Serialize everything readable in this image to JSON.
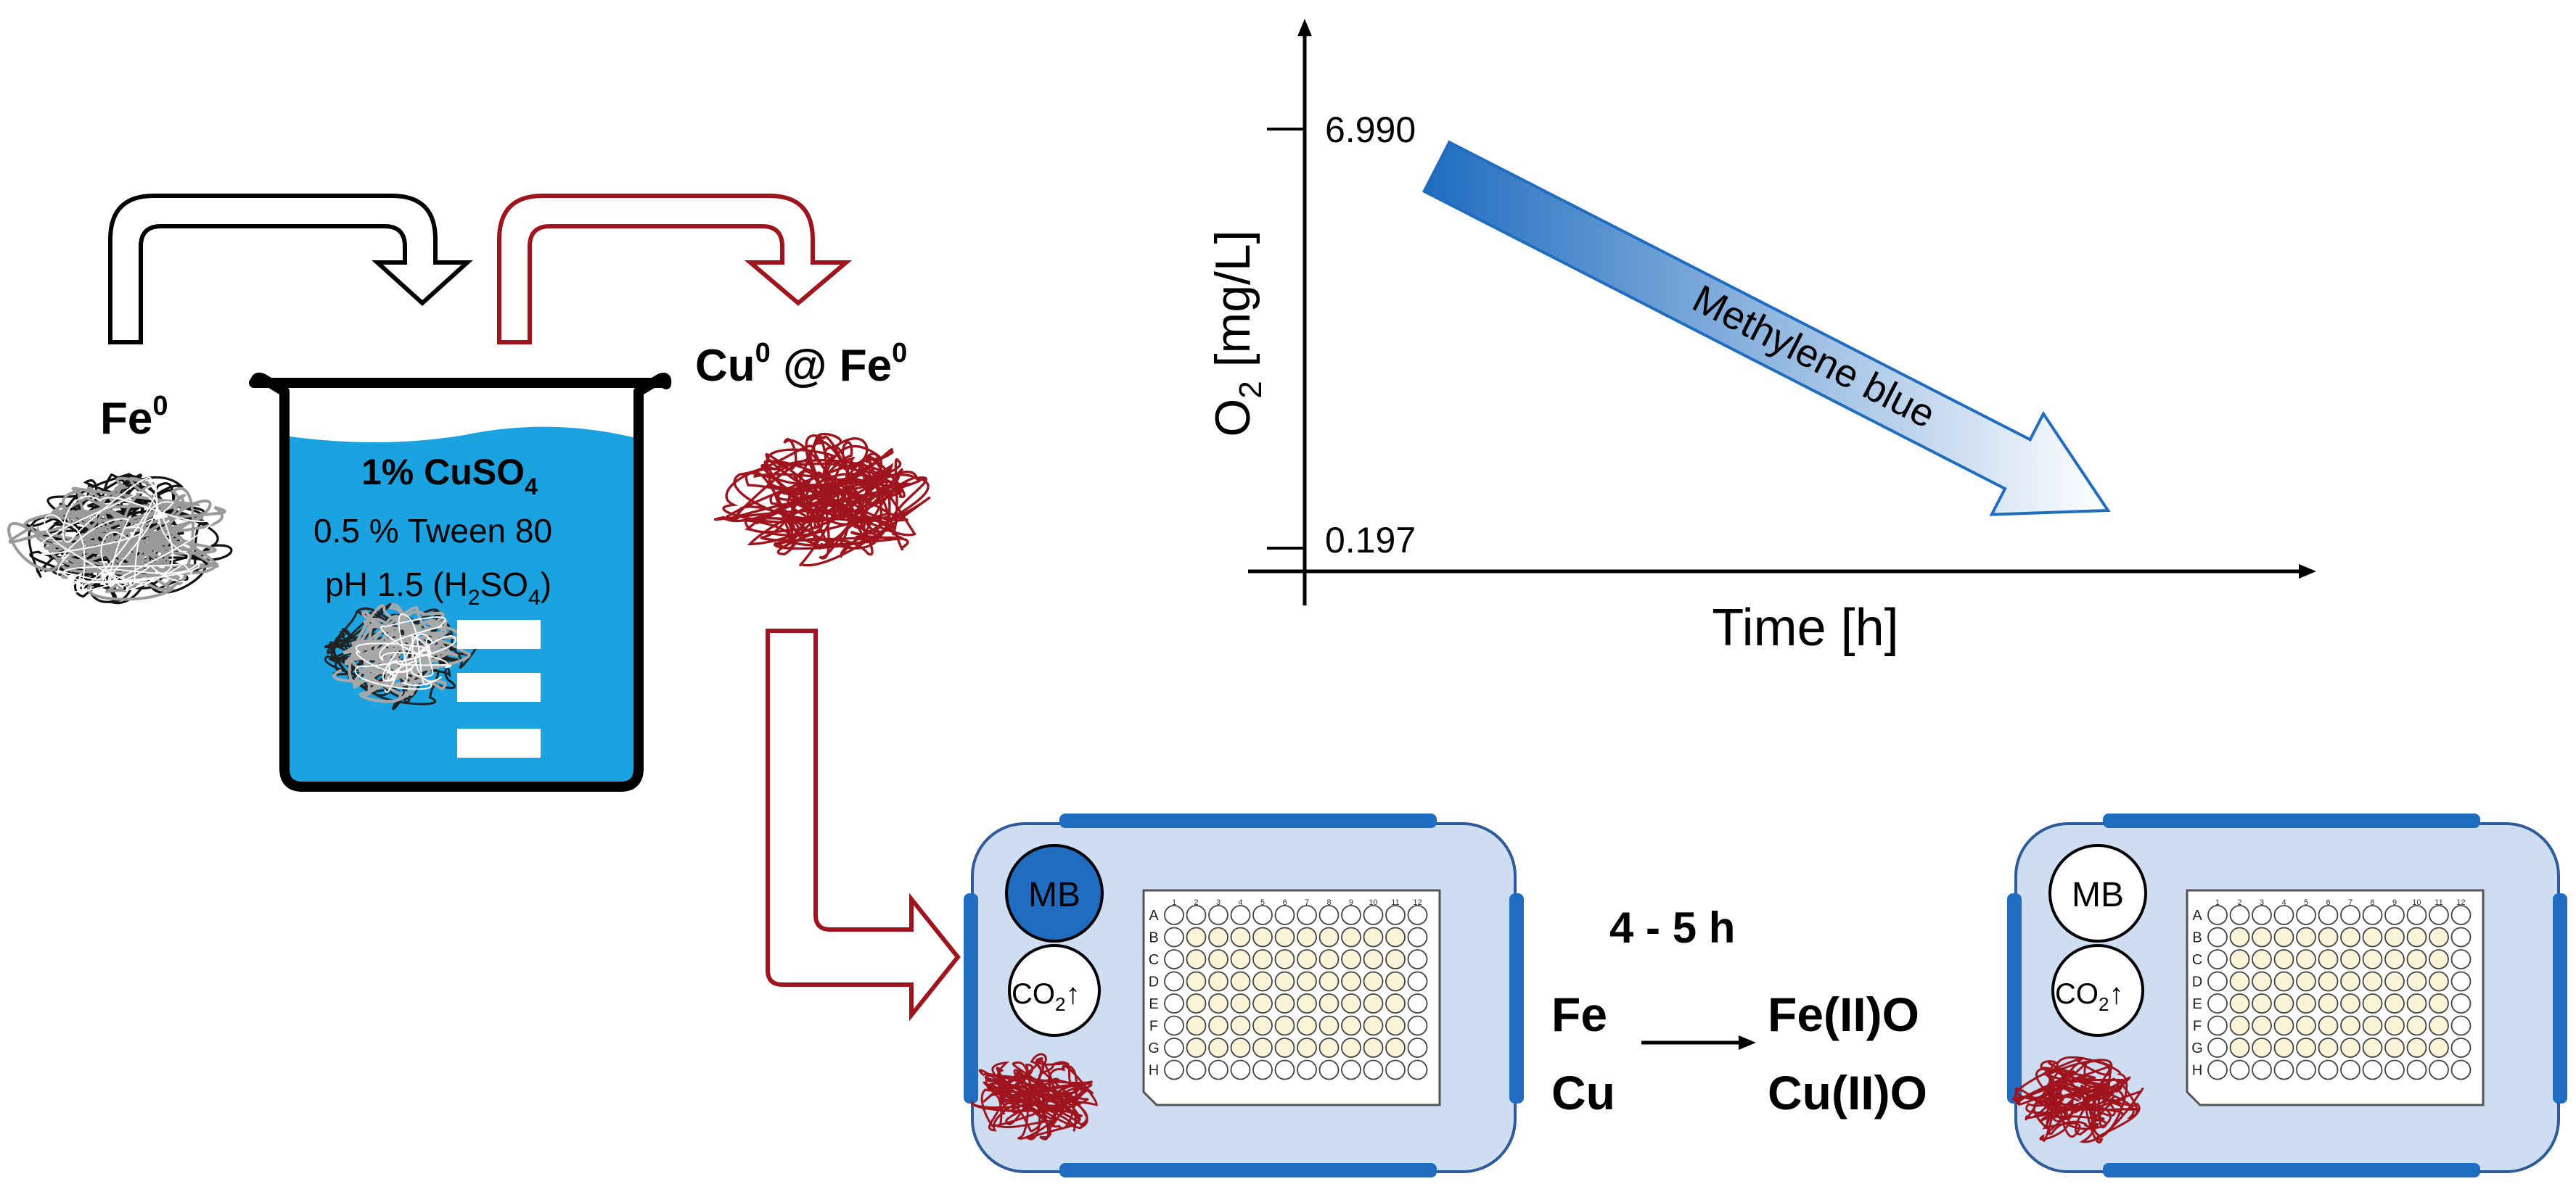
{
  "colors": {
    "water": "#1aa3e0",
    "copper_red": "#a0141e",
    "tray_fill": "#cfddf2",
    "tray_clip": "#1f6cc0",
    "mb_dark": "#1f6cc0",
    "well_yellow": "#fbf4d8",
    "gradient_start": "#1f6cc0",
    "gradient_end": "#ffffff"
  },
  "labels": {
    "fe0": {
      "base": "Fe",
      "sup": "0"
    },
    "cu_at_fe": {
      "cu": "Cu",
      "sup1": "0",
      "at": " @ ",
      "fe": "Fe",
      "sup2": "0"
    },
    "solution": {
      "line1": {
        "main": "1% CuSO",
        "sub": "4"
      },
      "line2": "0.5 % Tween 80",
      "line3": {
        "a": "pH 1.5 (H",
        "sub1": "2",
        "b": "SO",
        "sub2": "4",
        "c": ")"
      }
    }
  },
  "chart_data": {
    "type": "line",
    "title": "",
    "xlabel": "Time [h]",
    "ylabel": {
      "main": "O",
      "sub": "2",
      "rest": " [mg/L]"
    },
    "y_ticks": [
      "6.990",
      "0.197"
    ],
    "series": [
      {
        "name": "Methylene blue",
        "trend": "decreasing",
        "y_start": 6.99,
        "y_end": 0.197
      }
    ]
  },
  "reaction": {
    "time": "4 - 5 h",
    "reactants": [
      "Fe",
      "Cu"
    ],
    "products": [
      "Fe(II)O",
      "Cu(II)O"
    ]
  },
  "trays": [
    {
      "mb_label": "MB",
      "mb_filled": true,
      "co2": {
        "main": "CO",
        "sub": "2",
        "arrow": "↑"
      }
    },
    {
      "mb_label": "MB",
      "mb_filled": false,
      "co2": {
        "main": "CO",
        "sub": "2",
        "arrow": "↑"
      }
    }
  ],
  "plate": {
    "rows": [
      "A",
      "B",
      "C",
      "D",
      "E",
      "F",
      "G",
      "H"
    ],
    "cols": [
      "1",
      "2",
      "3",
      "4",
      "5",
      "6",
      "7",
      "8",
      "9",
      "10",
      "11",
      "12"
    ]
  }
}
